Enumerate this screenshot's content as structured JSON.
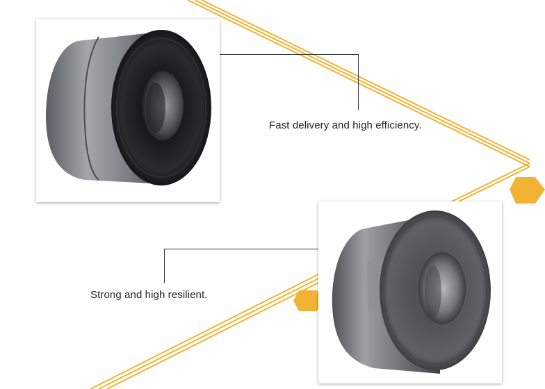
{
  "colors": {
    "accent_gold": "#f2b233",
    "connector_line": "#333333",
    "caption_text": "#222222"
  },
  "features": [
    {
      "caption": "Fast delivery and high efficiency.",
      "image": "steel-coil-photo"
    },
    {
      "caption": "Strong and high resilient.",
      "image": "steel-coil-photo"
    }
  ]
}
